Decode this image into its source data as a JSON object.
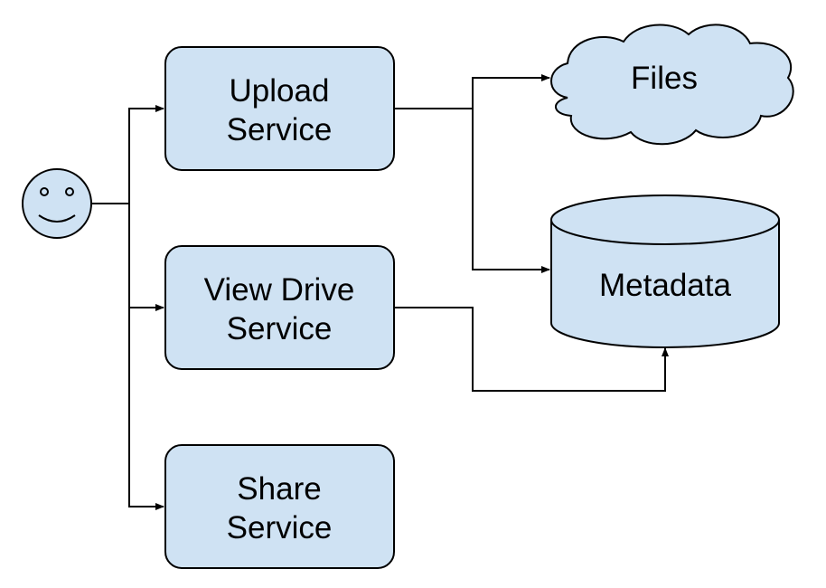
{
  "diagram": {
    "nodes": {
      "user": {
        "icon": "smiley-user-icon"
      },
      "upload_service": {
        "line1": "Upload",
        "line2": "Service"
      },
      "view_drive_service": {
        "line1": "View Drive",
        "line2": "Service"
      },
      "share_service": {
        "line1": "Share",
        "line2": "Service"
      },
      "files": {
        "label": "Files",
        "shape": "cloud"
      },
      "metadata": {
        "label": "Metadata",
        "shape": "cylinder"
      }
    },
    "edges": [
      {
        "from": "user",
        "to": "upload_service"
      },
      {
        "from": "user",
        "to": "view_drive_service"
      },
      {
        "from": "user",
        "to": "share_service"
      },
      {
        "from": "upload_service",
        "to": "files"
      },
      {
        "from": "upload_service",
        "to": "metadata"
      },
      {
        "from": "view_drive_service",
        "to": "metadata"
      }
    ],
    "colors": {
      "node_fill": "#cfe2f3",
      "stroke": "#000000",
      "text": "#000000",
      "background": "#ffffff"
    }
  }
}
